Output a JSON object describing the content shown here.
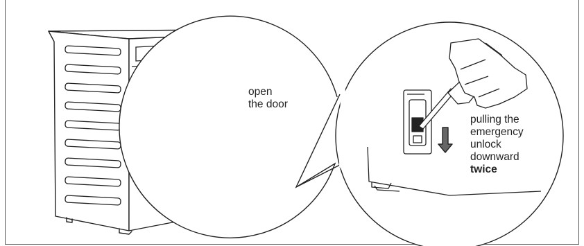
{
  "annotations": {
    "door_line1": "open",
    "door_line2": "the door",
    "unlock_line1": "pulling the",
    "unlock_line2": "emergency",
    "unlock_line3": "unlock",
    "unlock_line4": "downward",
    "unlock_emphasis": "twice"
  },
  "colors": {
    "stroke": "#222222",
    "frame": "#555555"
  }
}
